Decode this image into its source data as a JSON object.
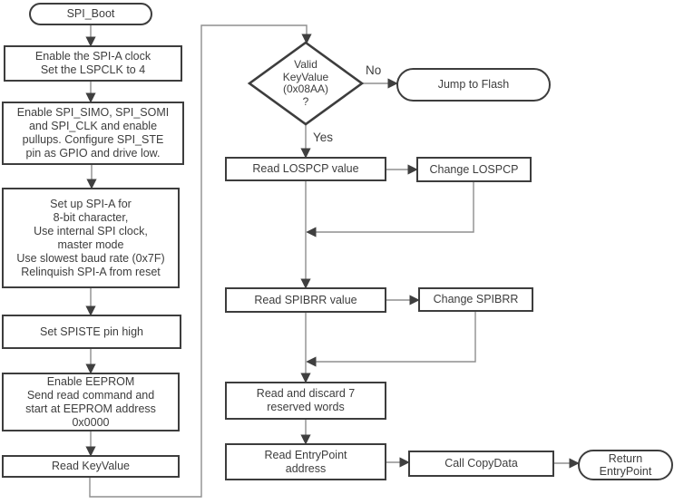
{
  "diagram": {
    "name": "SPI Boot flowchart",
    "colors": {
      "background": "#ffffff",
      "node_border": "#3d3d3d",
      "text": "#3d3d3d",
      "connector": "#8f8f8f",
      "arrowhead": "#3f3f3f"
    },
    "nodes": {
      "start": {
        "type": "terminator",
        "label": "SPI_Boot"
      },
      "enable_clock": {
        "type": "process",
        "label": "Enable the SPI-A clock\nSet the LSPCLK to 4"
      },
      "enable_pins": {
        "type": "process",
        "label": "Enable SPI_SIMO, SPI_SOMI\nand SPI_CLK and enable\npullups. Configure SPI_STE\npin as GPIO and drive low."
      },
      "setup_spia": {
        "type": "process",
        "label": "Set up SPI-A for\n8-bit character,\nUse internal SPI clock,\nmaster mode\nUse slowest baud rate (0x7F)\nRelinquish SPI-A from reset"
      },
      "set_spiste": {
        "type": "process",
        "label": "Set SPISTE pin high"
      },
      "enable_eeprom": {
        "type": "process",
        "label": "Enable EEPROM\nSend read command and\nstart at EEPROM address\n0x0000"
      },
      "read_keyvalue": {
        "type": "process",
        "label": "Read KeyValue"
      },
      "valid_keyvalue": {
        "type": "decision",
        "label": "Valid\nKeyValue\n(0x08AA)\n?"
      },
      "jump_to_flash": {
        "type": "terminator",
        "label": "Jump to Flash"
      },
      "read_lospcp": {
        "type": "process",
        "label": "Read LOSPCP value"
      },
      "change_lospcp": {
        "type": "process",
        "label": "Change LOSPCP"
      },
      "read_spibrr": {
        "type": "process",
        "label": "Read SPIBRR value"
      },
      "change_spibrr": {
        "type": "process",
        "label": "Change SPIBRR"
      },
      "read_discard": {
        "type": "process",
        "label": "Read and discard 7\nreserved words"
      },
      "read_entrypoint": {
        "type": "process",
        "label": "Read EntryPoint\naddress"
      },
      "call_copydata": {
        "type": "process",
        "label": "Call CopyData"
      },
      "return_entrypoint": {
        "type": "terminator",
        "label": "Return\nEntryPoint"
      }
    },
    "edge_labels": {
      "yes": "Yes",
      "no": "No"
    }
  }
}
